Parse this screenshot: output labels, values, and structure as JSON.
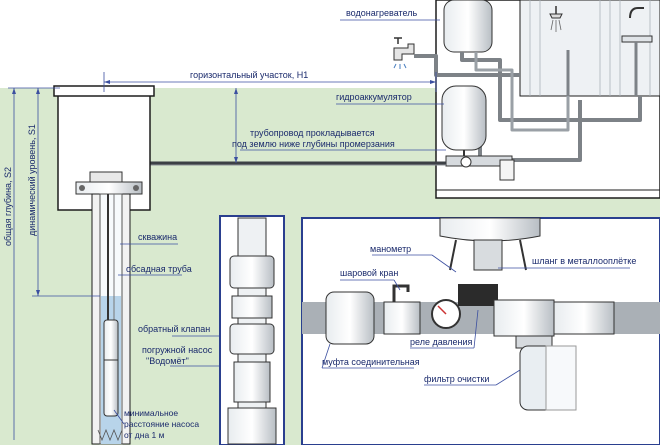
{
  "colors": {
    "ground": "#d9e9cf",
    "pipe": "#7d8287",
    "blue_line": "#3b4fa0",
    "frame": "#2a3f8f",
    "text": "#1a2a6c"
  },
  "labels": {
    "water_heater": "водонагреватель",
    "horizontal_section": "горизонтальный участок, Н1",
    "accumulator": "гидроаккумулятор",
    "pipeline_line1": "трубопровод прокладывается",
    "pipeline_line2": "под землю ниже глубины промерзания",
    "total_depth": "общая глубина, S2",
    "dynamic_level": "динамический уровень, S1",
    "well": "скважина",
    "casing": "обсадная труба",
    "check_valve": "обратный клапан",
    "pump_line1": "погружной насос",
    "pump_line2": "\"Водомёт\"",
    "min_dist_line1": "минимальное",
    "min_dist_line2": "расстояние насоса",
    "min_dist_line3": "от дна 1 м",
    "manometer": "манометр",
    "ball_valve": "шаровой кран",
    "hose": "шланг в металлооплётке",
    "pressure_relay": "реле давления",
    "coupling": "муфта соединительная",
    "filter": "фильтр очистки"
  },
  "icons": [
    "faucet-icon",
    "shower-icon",
    "sink-tap-icon",
    "pressure-gauge-icon",
    "ball-valve-icon",
    "filter-icon",
    "pump-icon"
  ]
}
